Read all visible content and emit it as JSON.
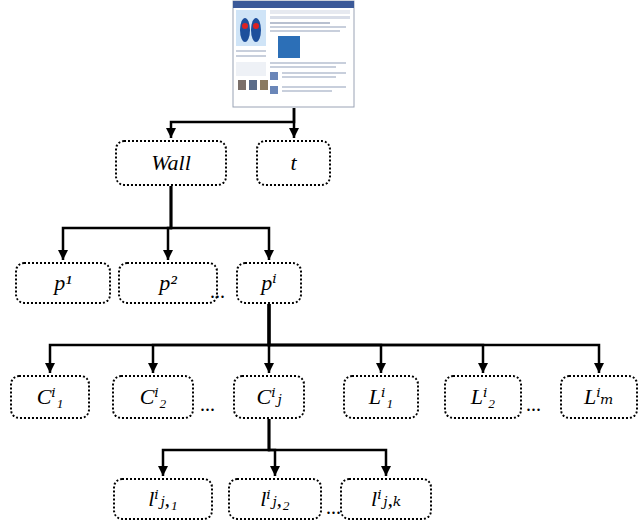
{
  "diagram": {
    "nodes": [
      {
        "text": [
          "Wall"
        ]
      },
      {
        "text": [
          "t"
        ]
      },
      {
        "text": [
          "p¹"
        ]
      },
      {
        "text": [
          "p²"
        ]
      },
      {
        "text": [
          "pⁱ"
        ]
      },
      {
        "text": [
          "Cⁱ₁"
        ]
      },
      {
        "text": [
          "Cⁱ₂"
        ]
      },
      {
        "text": [
          "Cⁱⱼ"
        ]
      },
      {
        "text": [
          "Lⁱ₁"
        ]
      },
      {
        "text": [
          "Lⁱ₂"
        ]
      },
      {
        "text": [
          "Lⁱₘ"
        ]
      },
      {
        "text": [
          "lⁱⱼ,₁"
        ]
      },
      {
        "text": [
          "lⁱⱼ,₂"
        ]
      },
      {
        "text": [
          "lⁱⱼ,ₖ"
        ]
      }
    ],
    "edges": [
      {
        "from": 0,
        "to": 2,
        "arrow": "to"
      },
      {
        "from": 0,
        "to": 3,
        "arrow": "to"
      },
      {
        "from": 0,
        "to": 4,
        "arrow": "to"
      },
      {
        "from": 4,
        "to": 5,
        "arrow": "to"
      },
      {
        "from": 4,
        "to": 6,
        "arrow": "to"
      },
      {
        "from": 4,
        "to": 7,
        "arrow": "to"
      },
      {
        "from": 4,
        "to": 8,
        "arrow": "to"
      },
      {
        "from": 4,
        "to": 9,
        "arrow": "to"
      },
      {
        "from": 4,
        "to": 10,
        "arrow": "to"
      },
      {
        "from": 7,
        "to": 11,
        "arrow": "to"
      },
      {
        "from": 7,
        "to": 12,
        "arrow": "to"
      },
      {
        "from": 7,
        "to": 13,
        "arrow": "to"
      }
    ],
    "labels": [
      "...",
      "...",
      "...",
      "..."
    ]
  }
}
